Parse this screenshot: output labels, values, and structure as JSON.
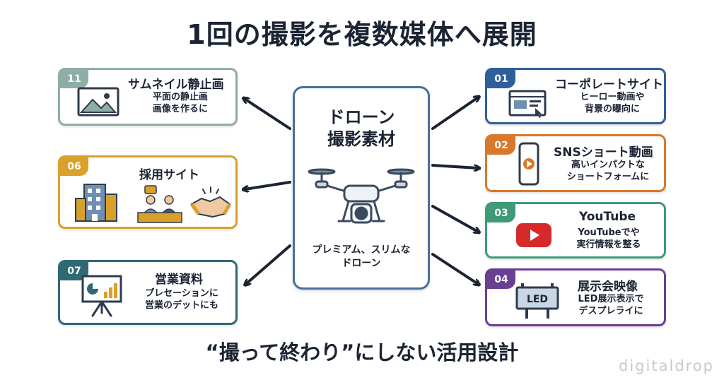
{
  "title": "1回の撮影を複数媒体へ展開",
  "subtitle": "“撮って終わり”にしない活用設計",
  "watermark": "digitaldrop",
  "center": {
    "title_line1": "ドローン",
    "title_line2": "撮影素材",
    "caption_line1": "プレミアム、スリムな",
    "caption_line2": "ドローン"
  },
  "cards": {
    "thumbnail": {
      "number": "11",
      "title": "サムネイル静止画",
      "desc_line1": "平面の静止画",
      "desc_line2": "画像を作るに",
      "color": "#8fada7",
      "icon": "landscape-image-icon"
    },
    "recruit": {
      "number": "06",
      "title": "採用サイト",
      "desc_line1": "",
      "desc_line2": "",
      "color": "#d9a02a",
      "icon": "office-building-icon"
    },
    "sales": {
      "number": "07",
      "title": "営業資料",
      "desc_line1": "プレセーションに",
      "desc_line2": "営業のデットにも",
      "color": "#2f6a73",
      "icon": "presentation-board-icon"
    },
    "corporate": {
      "number": "01",
      "title": "コーポレートサイト",
      "desc_line1": "ヒーロー動画や",
      "desc_line2": "背景の曝向に",
      "color": "#2e5f9a",
      "icon": "browser-window-icon"
    },
    "sns": {
      "number": "02",
      "title": "SNSショート動画",
      "desc_line1": "高いインパクトな",
      "desc_line2": "ショートフォームに",
      "color": "#d9782a",
      "icon": "smartphone-video-icon"
    },
    "youtube": {
      "number": "03",
      "title": "YouTube",
      "desc_line1": "YouTubeでや",
      "desc_line2": "実行情報を整る",
      "color": "#3f9a78",
      "icon": "youtube-play-icon"
    },
    "exhibit": {
      "number": "04",
      "title": "展示会映像",
      "desc_line1": "LED展示表示で",
      "desc_line2": "デスプレライに",
      "color": "#6a3f92",
      "icon": "led-display-icon",
      "led_text": "LED"
    }
  },
  "colors": {
    "center_border": "#4a6e9d",
    "arrow": "#1c2433",
    "youtube_red": "#d62a2a"
  }
}
